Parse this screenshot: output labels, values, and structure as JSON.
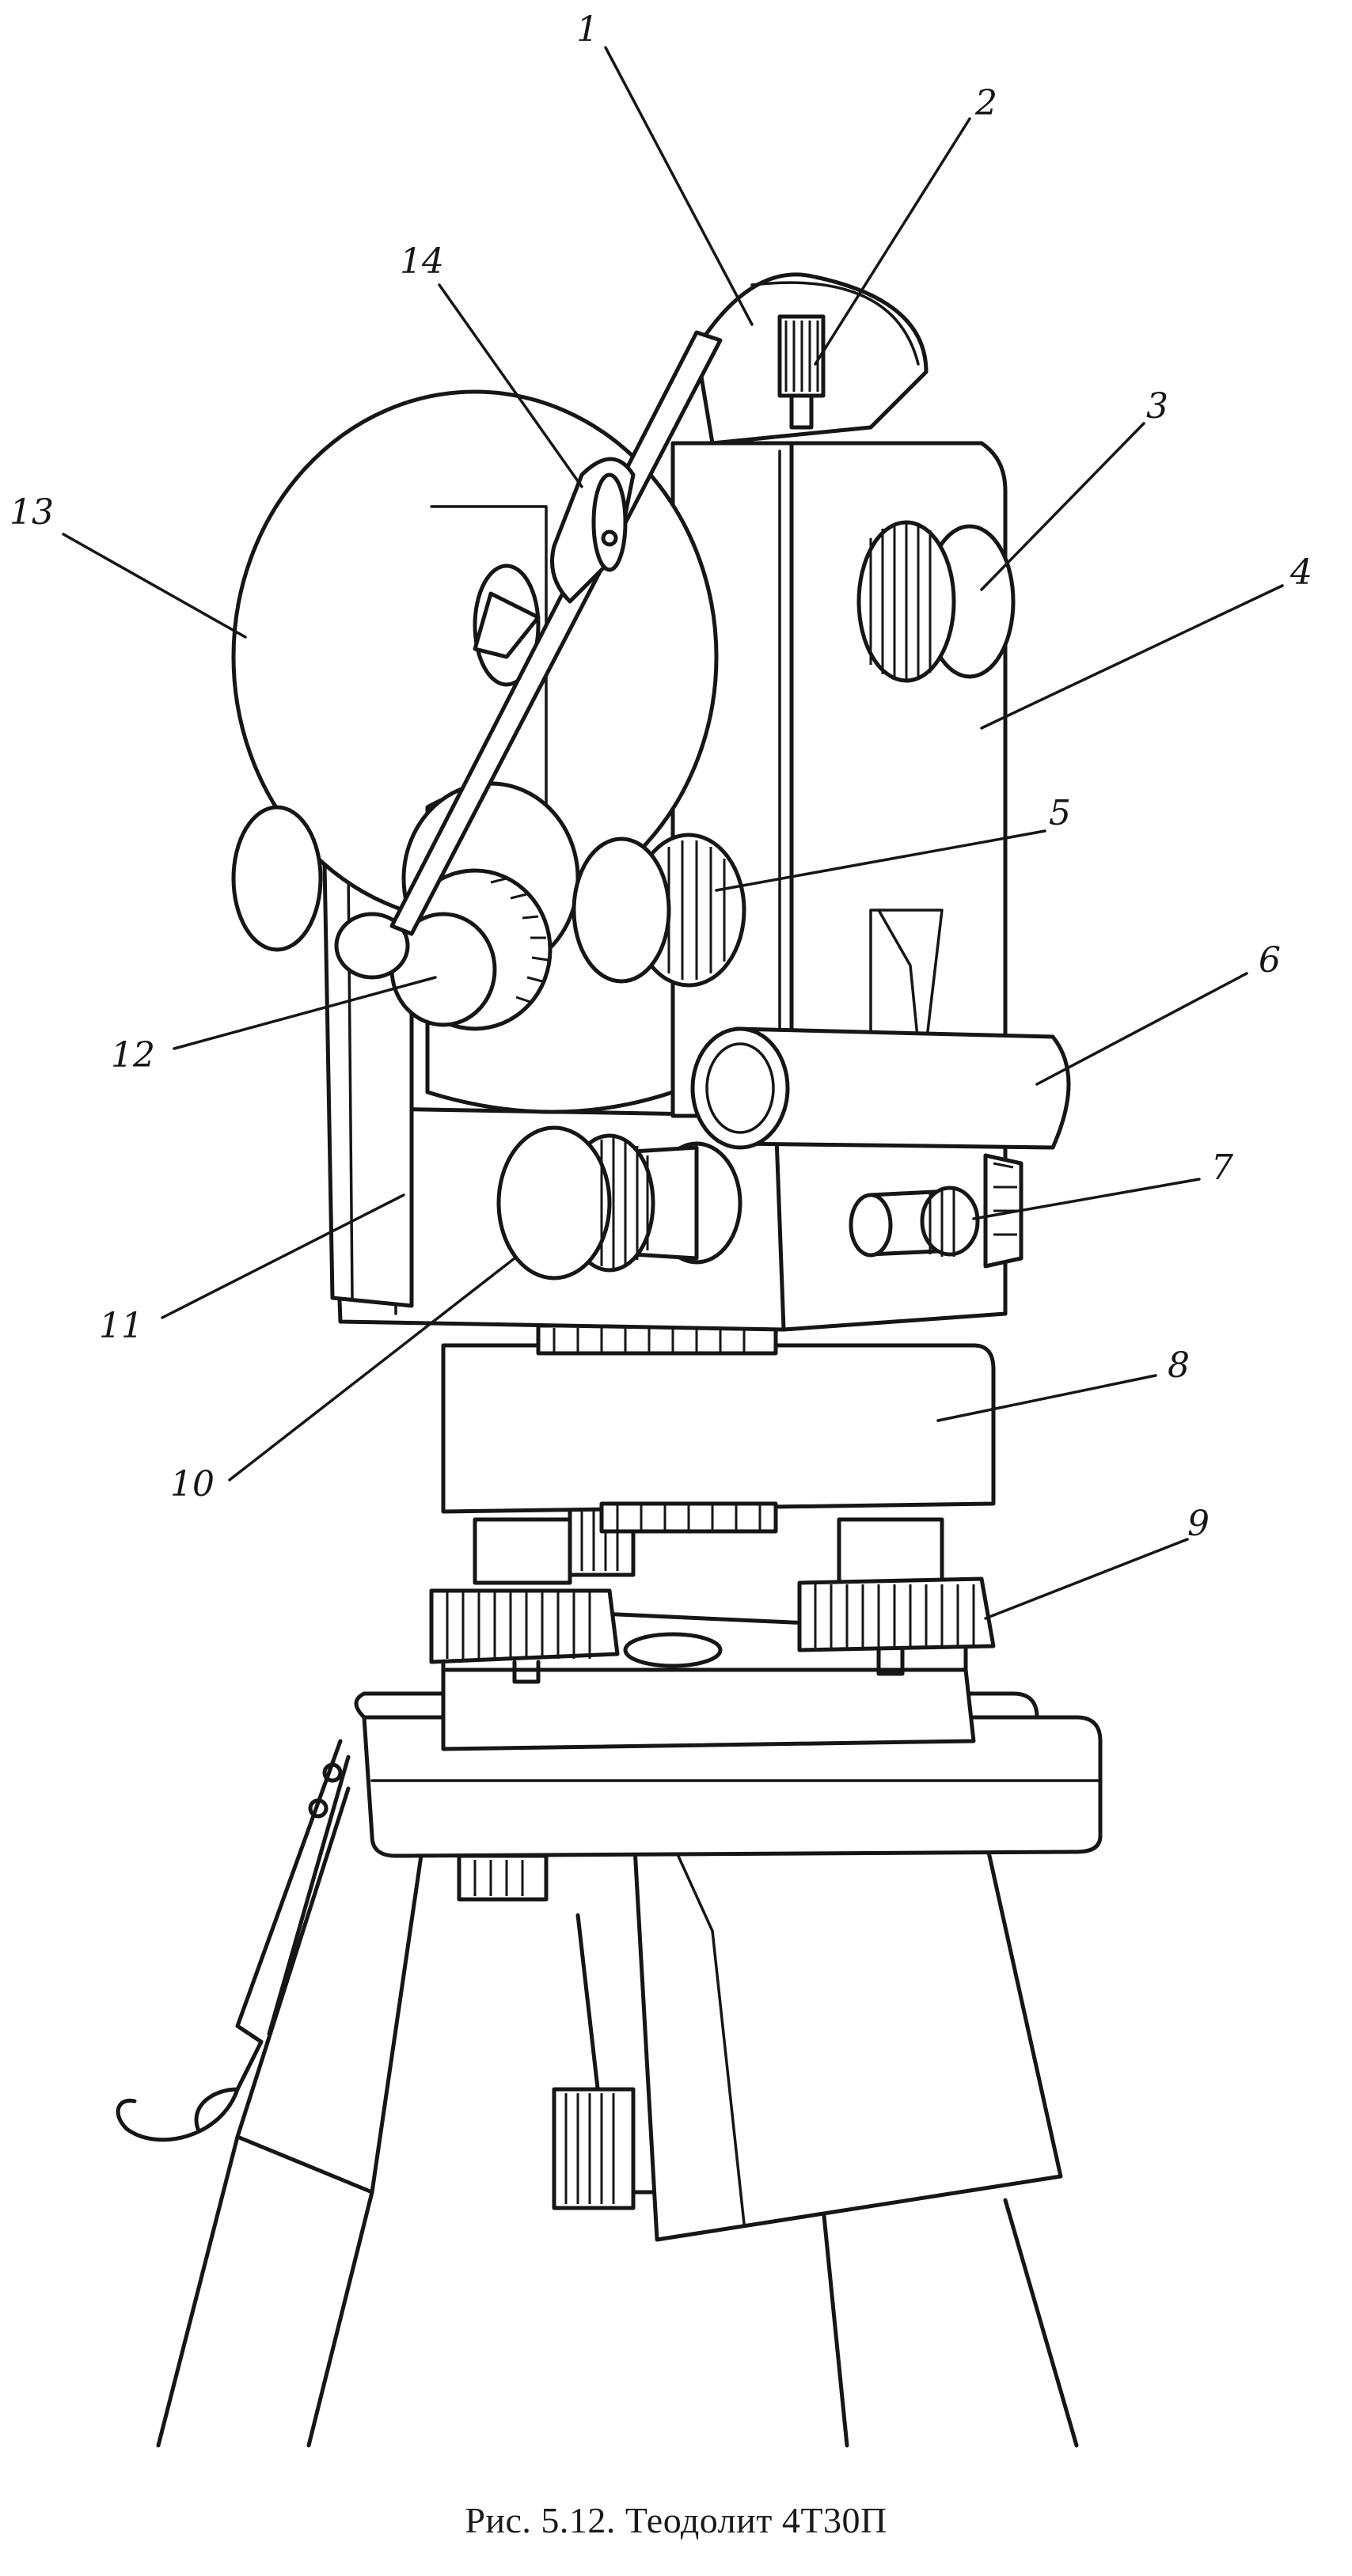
{
  "figure": {
    "caption": "Рис. 5.12. Теодолит 4Т30П",
    "callouts": [
      {
        "id": "c1",
        "label": "1"
      },
      {
        "id": "c2",
        "label": "2"
      },
      {
        "id": "c3",
        "label": "3"
      },
      {
        "id": "c4",
        "label": "4"
      },
      {
        "id": "c5",
        "label": "5"
      },
      {
        "id": "c6",
        "label": "6"
      },
      {
        "id": "c7",
        "label": "7"
      },
      {
        "id": "c8",
        "label": "8"
      },
      {
        "id": "c9",
        "label": "9"
      },
      {
        "id": "c10",
        "label": "10"
      },
      {
        "id": "c11",
        "label": "11"
      },
      {
        "id": "c12",
        "label": "12"
      },
      {
        "id": "c13",
        "label": "13"
      },
      {
        "id": "c14",
        "label": "14"
      }
    ]
  }
}
